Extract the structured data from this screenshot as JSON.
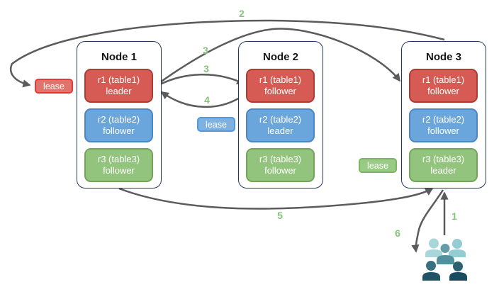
{
  "nodes": [
    {
      "title": "Node 1",
      "replicas": [
        {
          "range": "r1 (table1)",
          "role": "leader",
          "color": "red"
        },
        {
          "range": "r2 (table2)",
          "role": "follower",
          "color": "blue"
        },
        {
          "range": "r3 (table3)",
          "role": "follower",
          "color": "green"
        }
      ]
    },
    {
      "title": "Node 2",
      "replicas": [
        {
          "range": "r1 (table1)",
          "role": "follower",
          "color": "red"
        },
        {
          "range": "r2 (table2)",
          "role": "leader",
          "color": "blue"
        },
        {
          "range": "r3 (table3)",
          "role": "follower",
          "color": "green"
        }
      ]
    },
    {
      "title": "Node 3",
      "replicas": [
        {
          "range": "r1 (table1)",
          "role": "follower",
          "color": "red"
        },
        {
          "range": "r2 (table2)",
          "role": "follower",
          "color": "blue"
        },
        {
          "range": "r3 (table3)",
          "role": "leader",
          "color": "green"
        }
      ]
    }
  ],
  "leases": [
    {
      "label": "lease",
      "color": "red"
    },
    {
      "label": "lease",
      "color": "blue"
    },
    {
      "label": "lease",
      "color": "green"
    }
  ],
  "arrow_labels": [
    {
      "text": "2"
    },
    {
      "text": "3"
    },
    {
      "text": "3"
    },
    {
      "text": "4"
    },
    {
      "text": "5"
    },
    {
      "text": "1"
    },
    {
      "text": "6"
    }
  ],
  "icons": {
    "clients": "users-group-icon"
  },
  "colors": {
    "replica_red_fill": "#d65b55",
    "replica_red_border": "#af3b35",
    "replica_blue_fill": "#6aa5dc",
    "replica_blue_border": "#4d86c5",
    "replica_green_fill": "#93c47e",
    "replica_green_border": "#72a55b",
    "lease_red_fill": "#e0736c",
    "lease_red_border": "#e53935",
    "lease_blue_fill": "#7eb1e0",
    "lease_blue_border": "#549ad8",
    "lease_green_fill": "#9acb84",
    "lease_green_border": "#7cb465",
    "node_border": "#24385b",
    "arrow": "#5b5b5b",
    "arrow_label_green": "#87c27d",
    "client_light_teal": "#a9d6d8",
    "client_mid_teal": "#52909e",
    "client_dark_slate": "#1a4c5f"
  }
}
